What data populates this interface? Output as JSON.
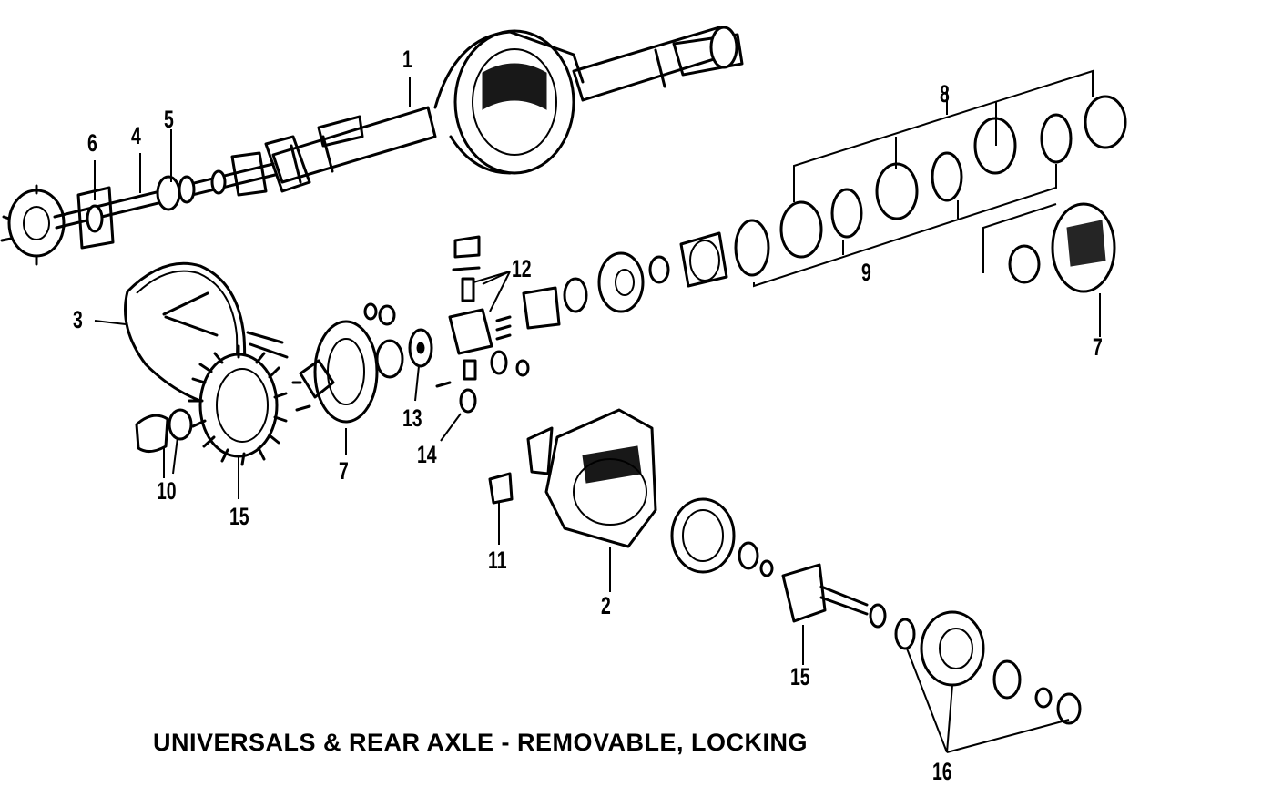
{
  "caption": "UNIVERSALS & REAR AXLE - REMOVABLE, LOCKING",
  "callouts": {
    "c1": "1",
    "c2": "2",
    "c3": "3",
    "c4": "4",
    "c5": "5",
    "c6": "6",
    "c7a": "7",
    "c7b": "7",
    "c8": "8",
    "c9": "9",
    "c10": "10",
    "c11": "11",
    "c12": "12",
    "c13": "13",
    "c14": "14",
    "c15a": "15",
    "c15b": "15",
    "c16": "16"
  }
}
